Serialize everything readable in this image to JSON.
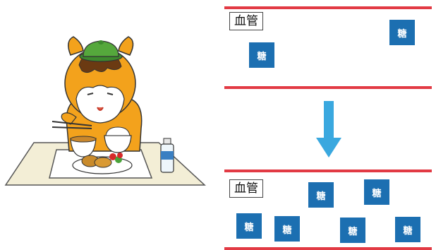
{
  "top_panel": {
    "vessel_label": "血管",
    "sugar_blocks": [
      {
        "label": "糖"
      },
      {
        "label": "糖"
      }
    ]
  },
  "bottom_panel": {
    "vessel_label": "血管",
    "sugar_blocks": [
      {
        "label": "糖"
      },
      {
        "label": "糖"
      },
      {
        "label": "糖"
      },
      {
        "label": "糖"
      },
      {
        "label": "糖"
      },
      {
        "label": "糖"
      }
    ]
  },
  "colors": {
    "vessel_line": "#e23a44",
    "sugar_block": "#1c6fb1",
    "arrow": "#3aa8df"
  },
  "icons": {
    "mascot": "horse-mascot-eating-meal-icon",
    "arrow": "arrow-down-icon"
  }
}
